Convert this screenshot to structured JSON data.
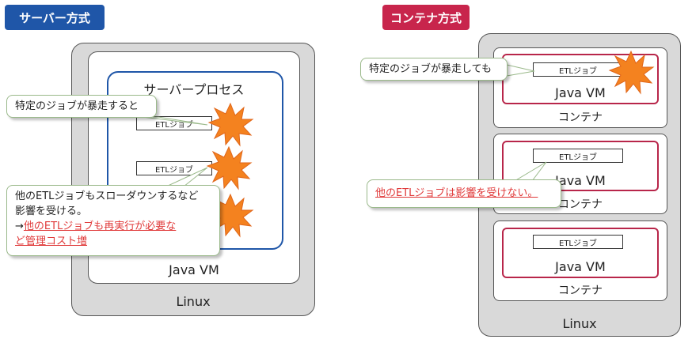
{
  "server": {
    "title": "サーバー方式",
    "linux_label": "Linux",
    "jvm_label": "Java VM",
    "process_label": "サーバープロセス",
    "jobs": [
      "ETLジョブ",
      "ETLジョブ"
    ],
    "callout_runaway": "特定のジョブが暴走すると",
    "callout_effect_lines": [
      "他のETLジョブもスローダウンするなど",
      "影響を受ける。",
      "→"
    ],
    "callout_effect_red": [
      "他のETLジョブも再実行が必要な",
      "ど管理コスト増"
    ]
  },
  "container": {
    "title": "コンテナ方式",
    "linux_label": "Linux",
    "callout_runaway": "特定のジョブが暴走しても",
    "callout_effect": "他のETLジョブは影響を受けない。",
    "boxes": [
      {
        "job": "ETLジョブ",
        "vm": "Java VM",
        "label": "コンテナ"
      },
      {
        "job": "ETLジョブ",
        "vm": "Java VM",
        "label": "コンテナ"
      },
      {
        "job": "ETLジョブ",
        "vm": "Java VM",
        "label": "コンテナ"
      }
    ]
  },
  "colors": {
    "server_accent": "#1f56a8",
    "container_accent": "#c8254c",
    "explosion": "#f4821f",
    "warning_text": "#e03a3a"
  }
}
